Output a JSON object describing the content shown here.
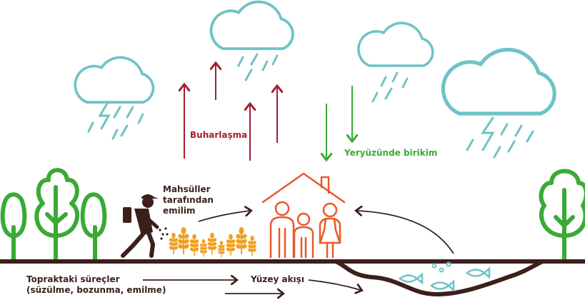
{
  "labels": {
    "evaporation": "Buharlaşma",
    "accumulation": "Yeryüzünde birikim",
    "crop_absorption": [
      "Mahsüller",
      "tarafından",
      "emilim"
    ],
    "soil_processes": [
      "Topraktaki süreçler",
      "(süzülme, bozunma, emilme)"
    ],
    "surface_runoff": "Yüzey akışı"
  },
  "colors": {
    "cloud": "#6fc3c6",
    "evaporation_arrow": "#a31f34",
    "accumulation_arrow": "#3aaa35",
    "tree": "#3aaa35",
    "ground": "#3b1f1a",
    "house": "#e8592a",
    "wheat": "#f0a020"
  }
}
